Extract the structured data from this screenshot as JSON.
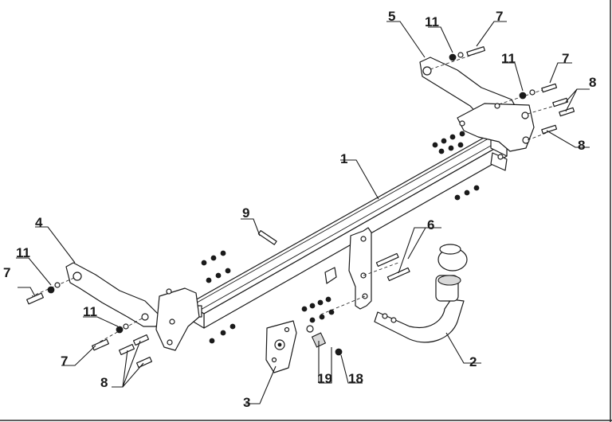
{
  "callouts": {
    "c1": "1",
    "c2": "2",
    "c3": "3",
    "c4": "4",
    "c5": "5",
    "c6": "6",
    "c7a": "7",
    "c7b": "7",
    "c7c": "7",
    "c7d": "7",
    "c8a": "8",
    "c8b": "8",
    "c8c": "8",
    "c9": "9",
    "c11a": "11",
    "c11b": "11",
    "c11c": "11",
    "c11d": "11",
    "c18": "18",
    "c19": "19"
  }
}
